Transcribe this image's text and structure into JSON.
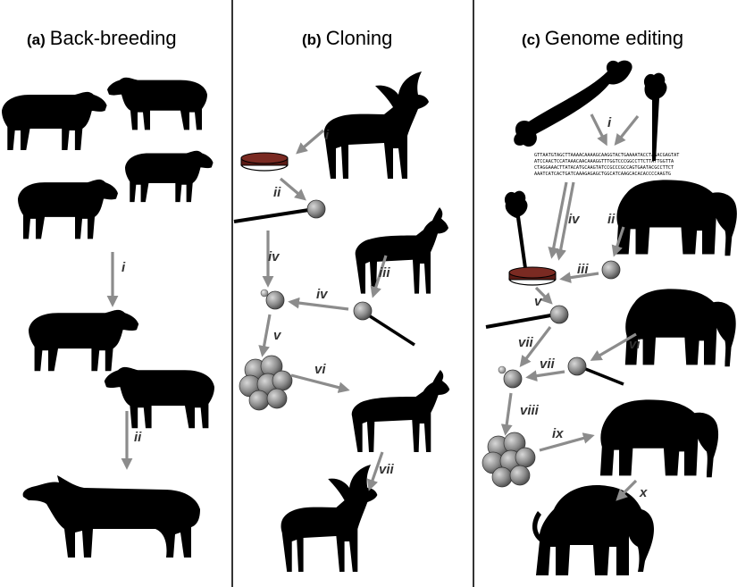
{
  "panels": {
    "a": {
      "tag": "(a)",
      "title": "Back-breeding"
    },
    "b": {
      "tag": "(b)",
      "title": "Cloning"
    },
    "c": {
      "tag": "(c)",
      "title": "Genome editing"
    }
  },
  "step_labels": {
    "a": [
      "i",
      "ii"
    ],
    "b": [
      "i",
      "ii",
      "iii",
      "iv",
      "iv",
      "v",
      "vi",
      "vii"
    ],
    "c": [
      "i",
      "ii",
      "iii",
      "iv",
      "v",
      "vi",
      "vii",
      "vii",
      "viii",
      "ix",
      "x"
    ]
  },
  "dna_sequence": [
    "GTTAATGTAGCTTAAAACAAAAGCAAGGTACTGAAAATACCTAGACGAGTAT",
    "ATCCAACTCCATAAACAACAAAGGTTTGGTCCCGGCCTTCTTATTGGTTA",
    "CTAGGAAACTTATACATGCAAGTATCCGCCCGCCAGTGAATACGCCTTCT",
    "AAATCATCACTGATCAAAGAGAGCTGGCATCAAGCACACACCCCAAGTG"
  ],
  "colors": {
    "silhouette": "#000000",
    "arrow": "#8c8c8c",
    "cell": "#7d7d7d",
    "dish_fill": "#5a1a14"
  }
}
